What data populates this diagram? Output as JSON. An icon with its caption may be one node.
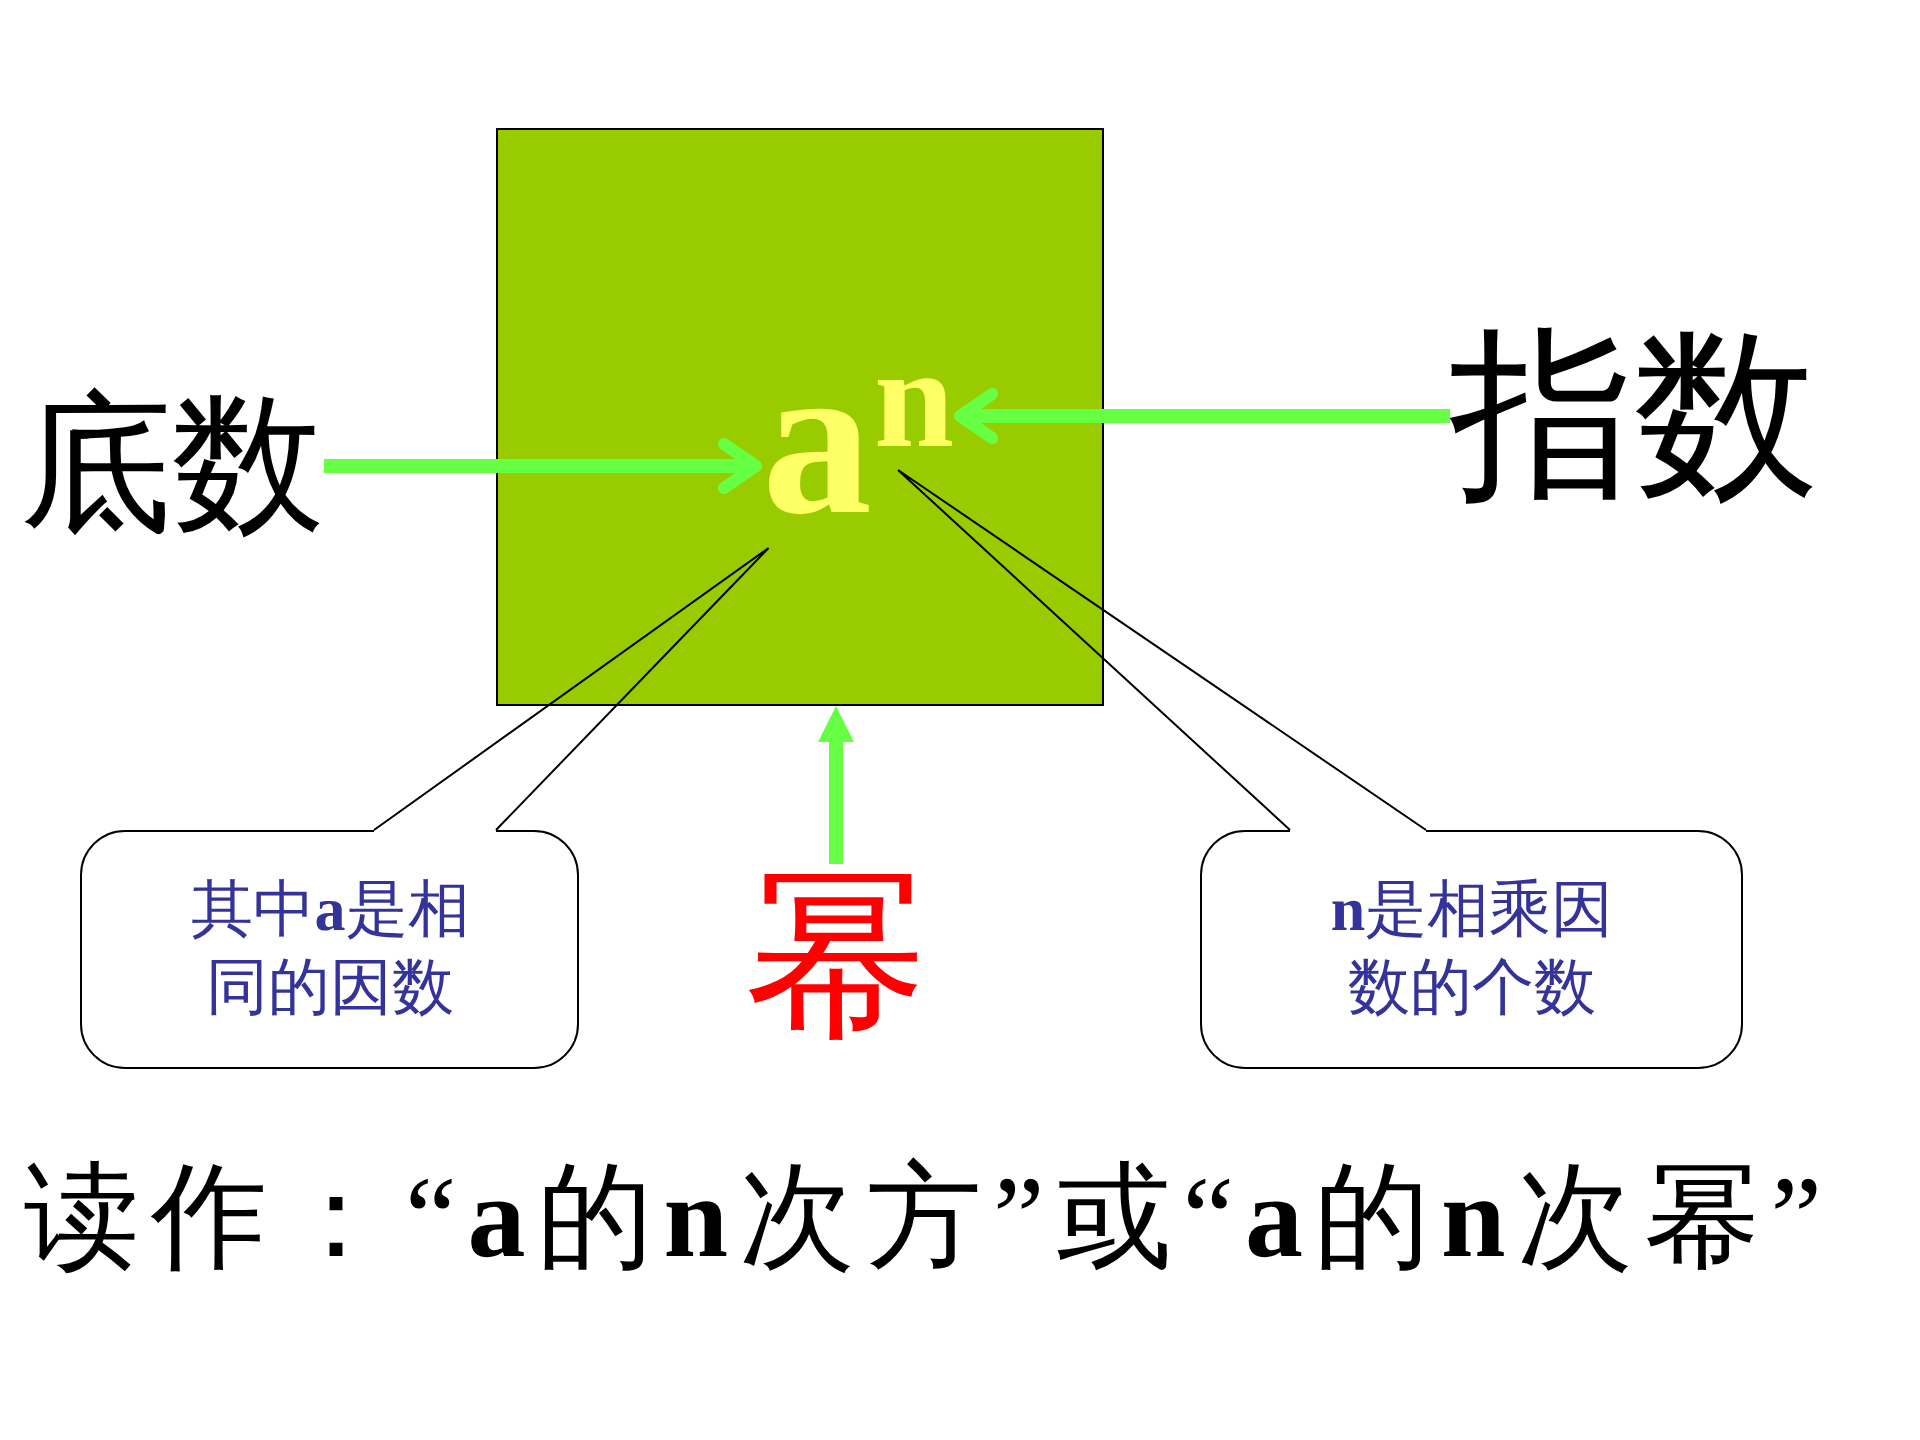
{
  "diagram": {
    "nodes": [
      {
        "text": [],
        "shape": "box"
      },
      {
        "text": [
          "a"
        ],
        "in": 0
      },
      {
        "text": [
          "n"
        ],
        "in": 0
      },
      {
        "text": [
          "底数"
        ]
      },
      {
        "text": [
          "指数"
        ]
      },
      {
        "text": [
          "幂"
        ]
      },
      {
        "text": [
          "其中**a**是相同的因数"
        ]
      },
      {
        "text": [
          "**n**是相乘因数的个数"
        ]
      }
    ],
    "edges": [
      {
        "from": 3,
        "to": 1,
        "arrow": "to"
      },
      {
        "from": 4,
        "to": 2,
        "arrow": "to"
      },
      {
        "from": 5,
        "to": 0,
        "arrow": "to"
      },
      {
        "from": 6,
        "to": 1,
        "arrow": "none",
        "color": "#000000"
      },
      {
        "from": 7,
        "to": 2,
        "arrow": "none",
        "color": "#000000"
      }
    ],
    "labels": [
      "读作：“**a**的**n**次方”或“**a**的**n**次幂”"
    ]
  }
}
